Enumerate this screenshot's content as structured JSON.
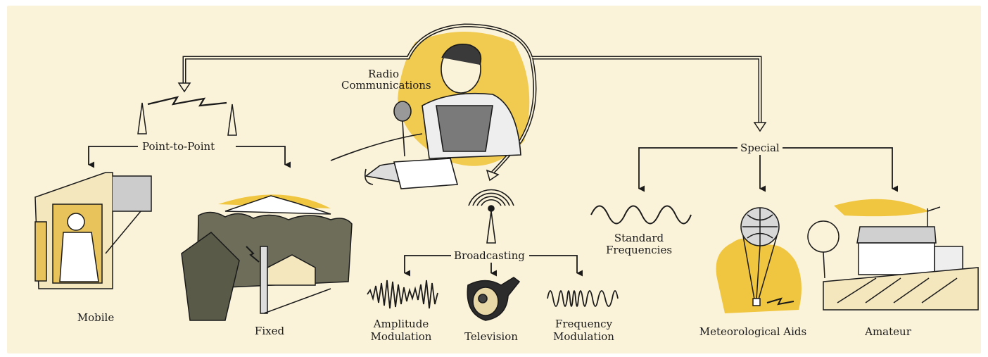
{
  "colors": {
    "background": "#fbf3d9",
    "accent": "#f0c540",
    "ink": "#1a1a1a"
  },
  "root": {
    "line1": "Radio",
    "line2": "Communications"
  },
  "groups": {
    "point_to_point": "Point-to-Point",
    "broadcasting": "Broadcasting",
    "special": "Special"
  },
  "leaves": {
    "mobile": "Mobile",
    "fixed": "Fixed",
    "amplitude_modulation": {
      "line1": "Amplitude",
      "line2": "Modulation"
    },
    "television": "Television",
    "frequency_modulation": {
      "line1": "Frequency",
      "line2": "Modulation"
    },
    "standard_frequencies": {
      "line1": "Standard",
      "line2": "Frequencies"
    },
    "meteorological_aids": "Meteorological Aids",
    "amateur": "Amateur"
  }
}
